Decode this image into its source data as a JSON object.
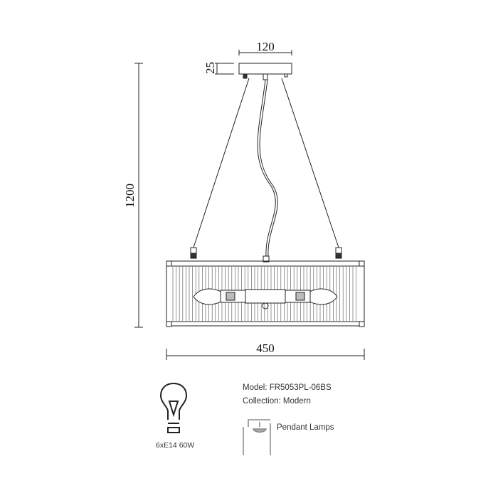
{
  "drawing": {
    "dimensions": {
      "canopy_width": "120",
      "canopy_height": "25",
      "total_height": "1200",
      "shade_width": "450"
    }
  },
  "specs": {
    "bulb_label": "6xE14 60W",
    "model": "Model: FR5053PL-06BS",
    "collection": "Collection: Modern",
    "category": "Pendant Lamps"
  }
}
